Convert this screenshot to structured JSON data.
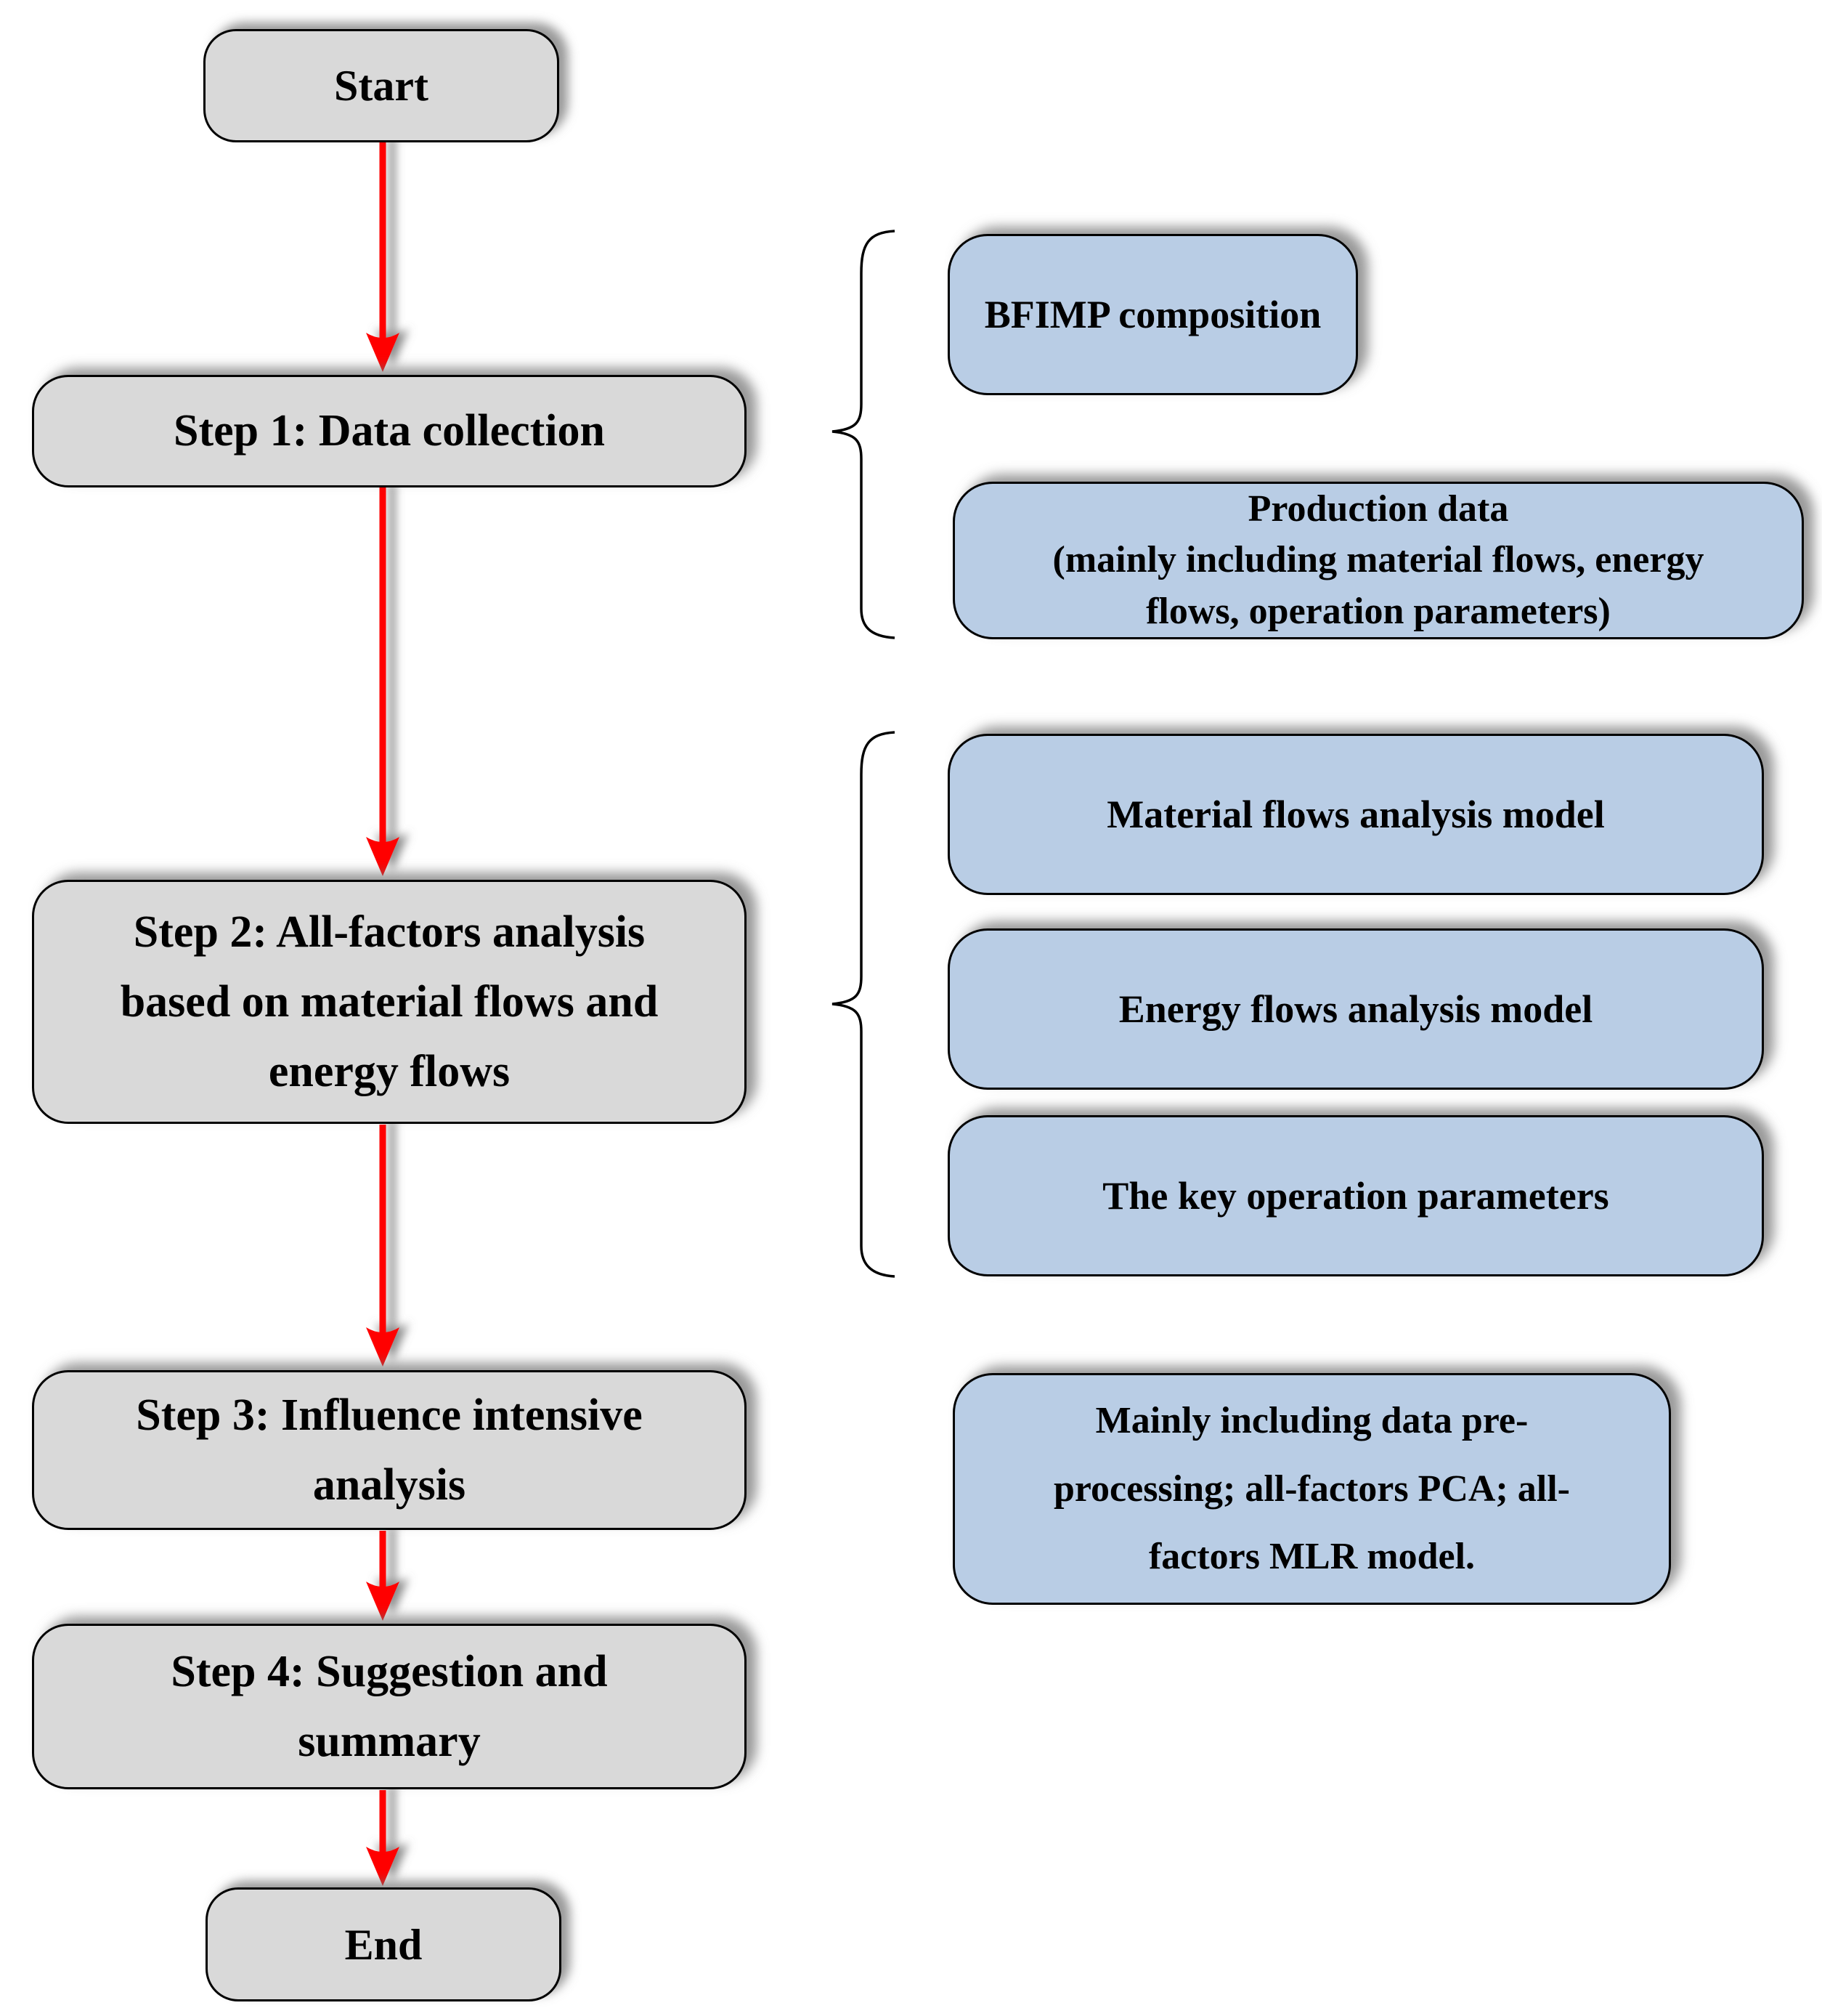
{
  "figure": {
    "kind": "flowchart",
    "background": "#ffffff"
  },
  "colors": {
    "process_fill": "#d9d9d9",
    "process_border": "#000000",
    "annotation_fill": "#b9cde5",
    "annotation_border": "#000000",
    "arrow": "#ff0000",
    "brace": "#000000",
    "text": "#000000",
    "shadow": "#6e6e6e"
  },
  "flow_nodes": [
    {
      "id": "start",
      "label": "Start"
    },
    {
      "id": "step1",
      "label": "Step 1: Data collection"
    },
    {
      "id": "step2",
      "label": "Step 2: All-factors analysis\nbased on material flows and\nenergy flows"
    },
    {
      "id": "step3",
      "label": "Step 3: Influence intensive\nanalysis"
    },
    {
      "id": "step4",
      "label": "Step 4: Suggestion and\nsummary"
    },
    {
      "id": "end",
      "label": "End"
    }
  ],
  "annotations": [
    {
      "id": "bfimp",
      "label": "BFIMP composition"
    },
    {
      "id": "production_data",
      "label": "Production data\n(mainly including material flows, energy\nflows, operation parameters)"
    },
    {
      "id": "material_model",
      "label": "Material flows analysis model"
    },
    {
      "id": "energy_model",
      "label": "Energy flows analysis model"
    },
    {
      "id": "key_parameters",
      "label": "The key operation parameters"
    },
    {
      "id": "step3_note",
      "label": "Mainly including data pre-\nprocessing; all-factors PCA; all-\nfactors MLR model."
    }
  ]
}
